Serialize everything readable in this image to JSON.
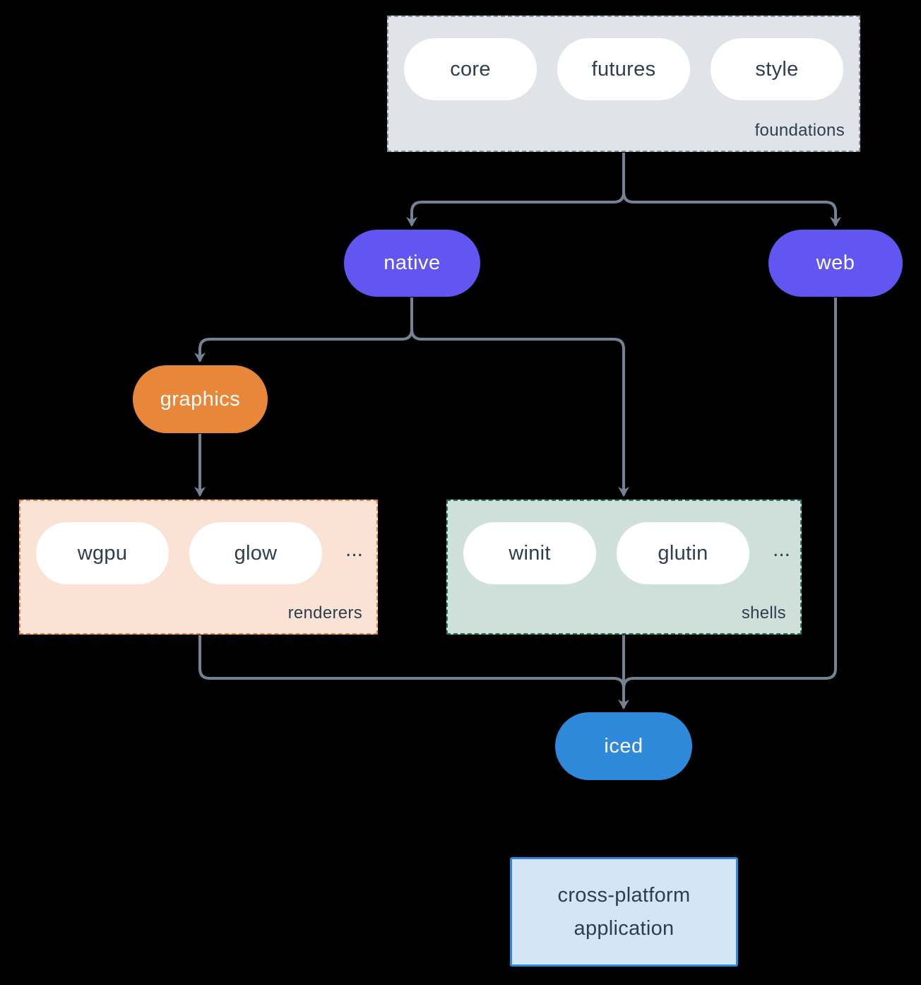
{
  "diagram": {
    "groups": {
      "foundations": {
        "label": "foundations",
        "pills": [
          "core",
          "futures",
          "style"
        ]
      },
      "renderers": {
        "label": "renderers",
        "pills": [
          "wgpu",
          "glow"
        ],
        "ellipsis": "..."
      },
      "shells": {
        "label": "shells",
        "pills": [
          "winit",
          "glutin"
        ],
        "ellipsis": "..."
      }
    },
    "nodes": {
      "native": {
        "label": "native"
      },
      "web": {
        "label": "web"
      },
      "graphics": {
        "label": "graphics"
      },
      "iced": {
        "label": "iced"
      },
      "application": {
        "line1": "cross-platform",
        "line2": "application"
      }
    },
    "colors": {
      "background": "#000000",
      "arrow": "#748293",
      "purple": "#6156F2",
      "orange": "#E8873A",
      "blue": "#2E89DB",
      "text_dark": "#2F3E4E",
      "text_light": "#FFFFFF",
      "foundations_bg": "#E0E4E8",
      "foundations_border": "#8494A4",
      "renderers_bg": "#FAE3D4",
      "renderers_border": "#E8873A",
      "shells_bg": "#CFE0DA",
      "shells_border": "#1F7A68",
      "application_bg": "#D4E5F8",
      "application_border": "#2E89DB"
    }
  }
}
